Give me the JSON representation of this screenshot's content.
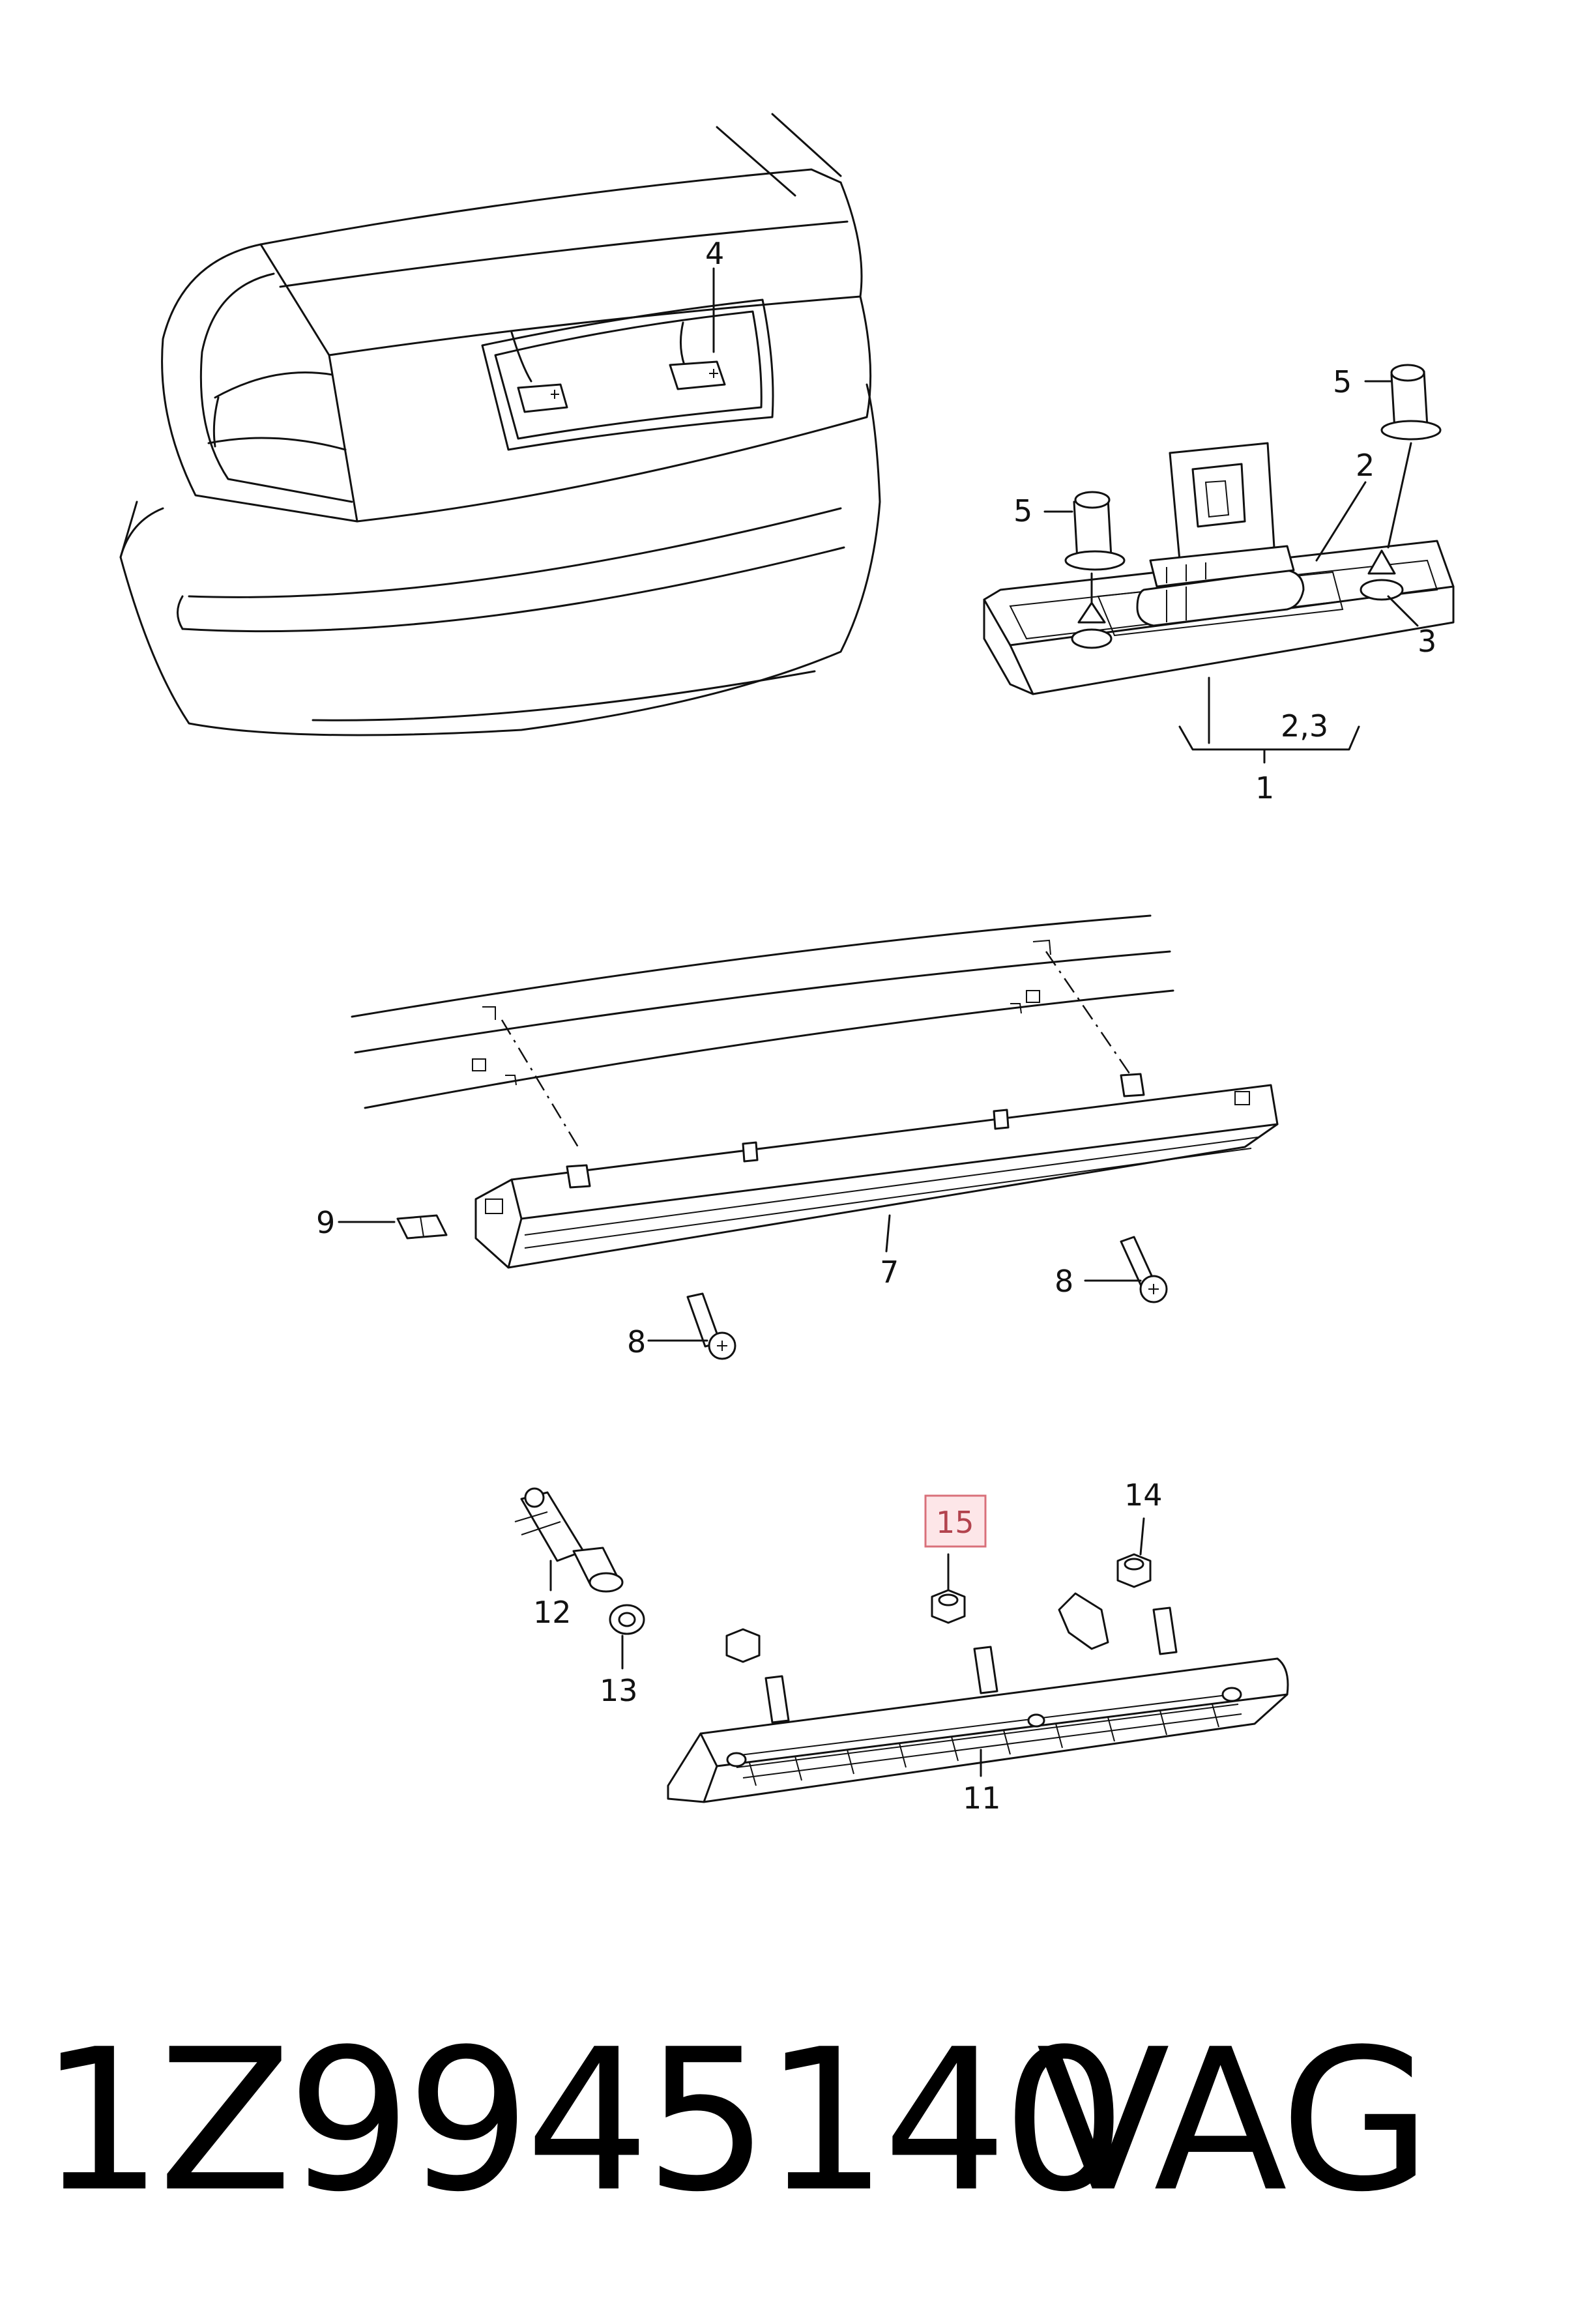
{
  "callouts": {
    "c1": "1",
    "c2": "2",
    "c3": "3",
    "c23": "2,3",
    "c4": "4",
    "c5a": "5",
    "c5b": "5",
    "c7": "7",
    "c8a": "8",
    "c8b": "8",
    "c9": "9",
    "c11": "11",
    "c12": "12",
    "c13": "13",
    "c14": "14",
    "c15": "15"
  },
  "highlight": {
    "label": "15",
    "border_color": "#d9707a",
    "fill_color": "#fde6e8",
    "text_color": "#b2434e"
  },
  "footer": {
    "part_number": "1Z9945140",
    "brand": "VAG"
  }
}
